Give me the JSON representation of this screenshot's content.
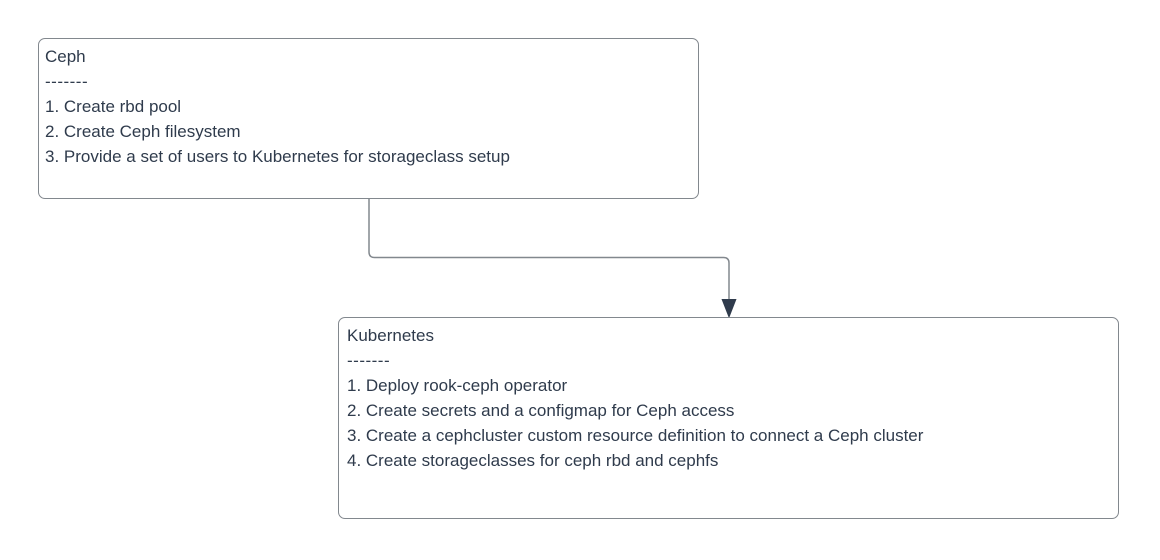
{
  "diagram": {
    "background": "#ffffff",
    "colors": {
      "text": "#2f3b4c",
      "box_border": "#82888e",
      "box_fill": "#ffffff",
      "connector_line": "#82888e",
      "arrowhead": "#2f3b4c"
    },
    "nodes": [
      {
        "id": "ceph",
        "title": "Ceph",
        "separator": "-------",
        "items": [
          "Create rbd pool",
          "Create Ceph filesystem",
          "Provide a set of users to Kubernetes for storageclass setup"
        ]
      },
      {
        "id": "kubernetes",
        "title": "Kubernetes",
        "separator": "-------",
        "items": [
          "Deploy rook-ceph operator",
          "Create secrets and a configmap for Ceph access",
          "Create a cephcluster custom resource definition to connect a Ceph cluster",
          "Create storageclasses for ceph rbd and cephfs"
        ]
      }
    ],
    "edges": [
      {
        "from": "ceph",
        "to": "kubernetes",
        "style": "elbow-arrow"
      }
    ]
  }
}
